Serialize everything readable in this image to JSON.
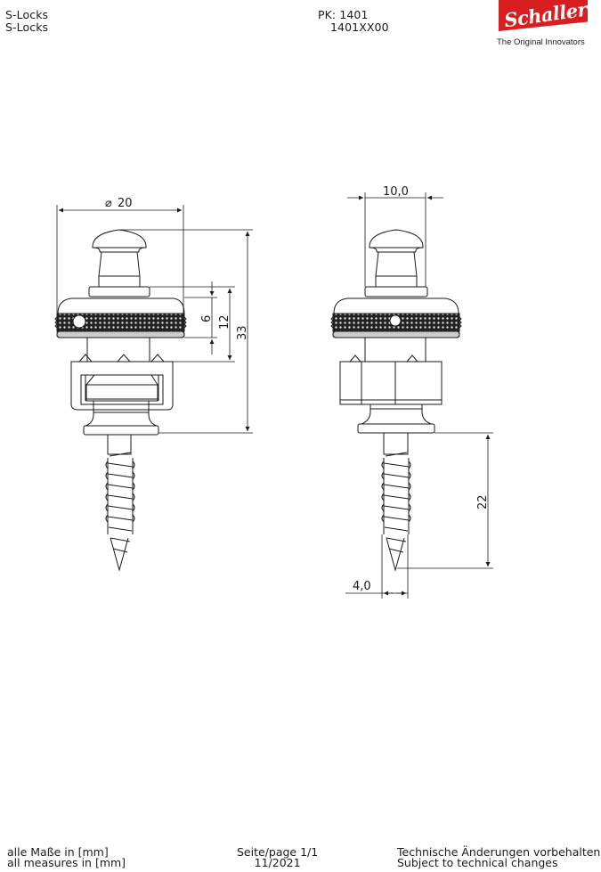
{
  "header": {
    "title_de": "S-Locks",
    "title_en": "S-Locks",
    "pk_label": "PK: 1401",
    "part_number": "1401XX00"
  },
  "logo": {
    "brand": "Schaller",
    "tagline": "The Original Innovators",
    "brand_color": "#d81e1e"
  },
  "drawing": {
    "front_view": {
      "diameter_label": "20",
      "diameter_symbol": "⌀",
      "dim_6": "6",
      "dim_12": "12",
      "dim_33": "33"
    },
    "side_view": {
      "width_label": "10,0",
      "screw_length_label": "22",
      "screw_diameter_label": "4,0"
    },
    "line_color": "#1a1a1a"
  },
  "footer": {
    "units_de": "alle Maße in [mm]",
    "units_en": "all measures in [mm]",
    "page": "Seite/page 1/1",
    "date": "11/2021",
    "notice_de": "Technische Änderungen vorbehalten",
    "notice_en": "Subject to technical changes"
  }
}
